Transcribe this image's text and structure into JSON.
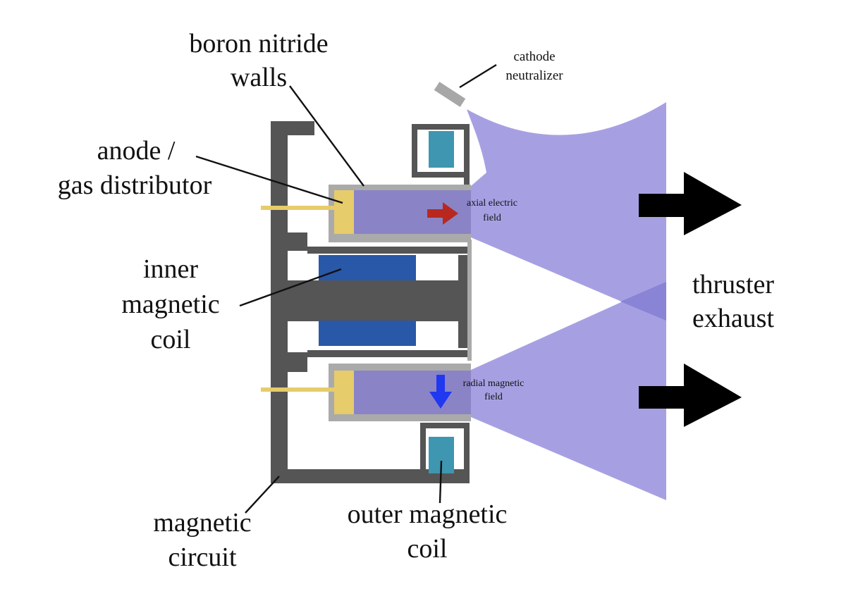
{
  "labels": {
    "boron_nitride": [
      "boron nitride",
      "walls"
    ],
    "anode": [
      "anode /",
      "gas distributor"
    ],
    "inner_coil": [
      "inner",
      "magnetic",
      "coil"
    ],
    "magnetic_circuit": [
      "magnetic",
      "circuit"
    ],
    "outer_coil": [
      "outer magnetic",
      "coil"
    ],
    "cathode": [
      "cathode",
      "neutralizer"
    ],
    "thruster_exhaust": [
      "thruster",
      "exhaust"
    ],
    "axial_field": [
      "axial electric",
      "field"
    ],
    "radial_field": [
      "radial magnetic",
      "field"
    ]
  },
  "colors": {
    "magnetic_circuit": "#555555",
    "walls": "#aaaaaa",
    "anode": "#e6cc6a",
    "channel_plasma": "#8a84c6",
    "plume": "#a6a0e3",
    "plume_overlap": "#8a84d6",
    "inner_coil": "#2a58a8",
    "outer_coil": "#3f96b0",
    "electric_arrow": "#b8281e",
    "magnetic_arrow": "#2038f0",
    "exhaust_arrow": "#000000",
    "cathode": "#a7a7a7"
  }
}
